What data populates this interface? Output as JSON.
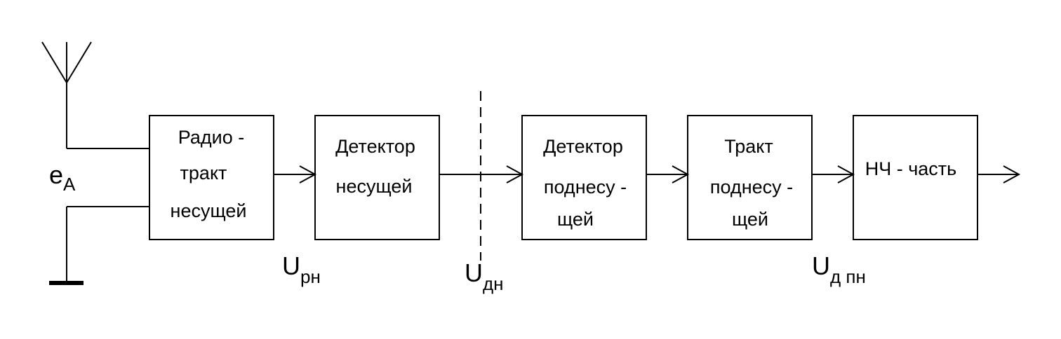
{
  "blocks": {
    "radio_tract": [
      "Радио -",
      "тракт",
      "несущей"
    ],
    "carrier_detector": [
      "Детектор",
      "несущей"
    ],
    "subcarrier_detector": [
      "Детектор",
      "поднесу -",
      "щей"
    ],
    "subcarrier_tract": [
      "Тракт",
      "поднесу -",
      "щей"
    ],
    "lf_part": [
      "НЧ - часть"
    ]
  },
  "signals": {
    "antenna": {
      "main": "e",
      "sub": "A"
    },
    "u_rn": {
      "main": "U",
      "sub": "рн"
    },
    "u_dn": {
      "main": "U",
      "sub": "дн"
    },
    "u_dpn": {
      "main": "U",
      "sub": "д пн"
    }
  }
}
